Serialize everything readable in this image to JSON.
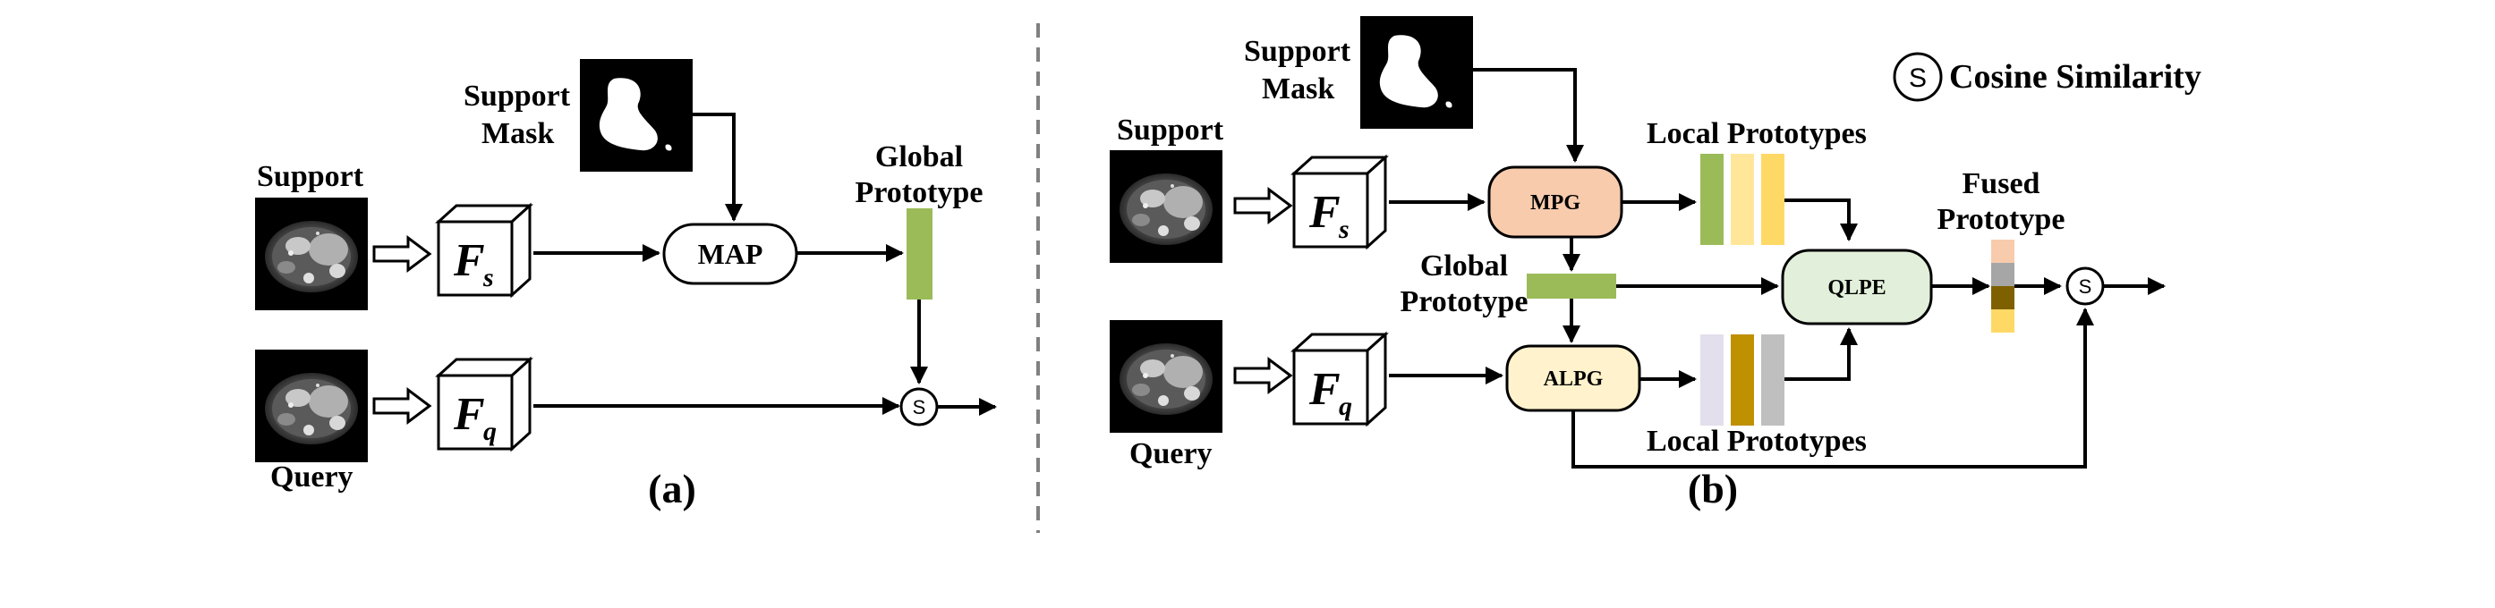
{
  "panel_a": {
    "support_label": "Support",
    "query_label": "Query",
    "support_mask_line1": "Support",
    "support_mask_line2": "Mask",
    "feature_s": "F",
    "feature_s_sub": "s",
    "feature_q": "F",
    "feature_q_sub": "q",
    "map_label": "MAP",
    "global_prototype_line1": "Global",
    "global_prototype_line2": "Prototype",
    "similarity_symbol": "S",
    "caption": "(a)"
  },
  "panel_b": {
    "support_label": "Support",
    "query_label": "Query",
    "support_mask_line1": "Support",
    "support_mask_line2": "Mask",
    "feature_s": "F",
    "feature_s_sub": "s",
    "feature_q": "F",
    "feature_q_sub": "q",
    "mpg_label": "MPG",
    "alpg_label": "ALPG",
    "qlpe_label": "QLPE",
    "local_prototypes_top": "Local Prototypes",
    "local_prototypes_bottom": "Local Prototypes",
    "global_prototype_line1": "Global",
    "global_prototype_line2": "Prototype",
    "fused_prototype_line1": "Fused",
    "fused_prototype_line2": "Prototype",
    "similarity_symbol": "S",
    "caption": "(b)"
  },
  "legend": {
    "symbol": "S",
    "text": "Cosine Similarity"
  },
  "colors": {
    "global_prototype": "#9bbb59",
    "mpg_fill": "#f8cbad",
    "alpg_fill": "#fff2cc",
    "qlpe_fill": "#e2efda",
    "local_top": [
      "#9bbb59",
      "#ffe699",
      "#ffd966"
    ],
    "local_bottom": [
      "#e4dfec",
      "#bf9000",
      "#bfbfbf"
    ],
    "fused": [
      "#f8cbad",
      "#a6a6a6",
      "#7f6000",
      "#ffd966"
    ],
    "divider": "#808080"
  }
}
